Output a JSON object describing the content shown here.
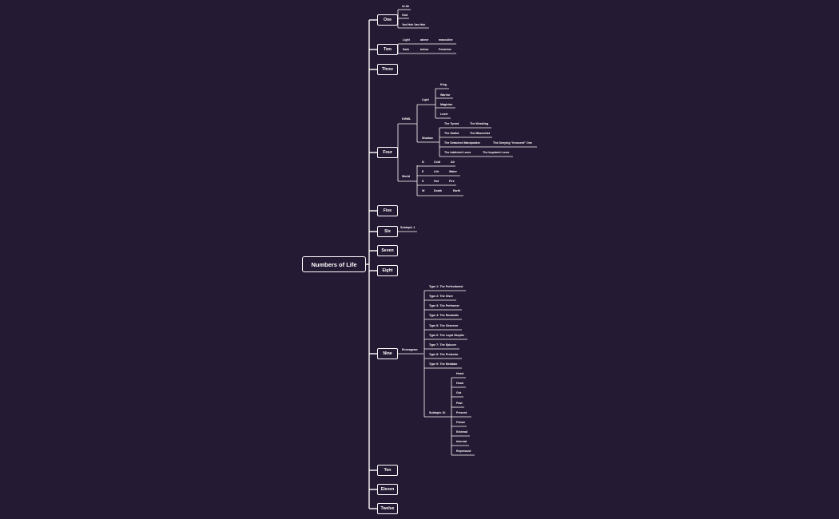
{
  "root": "Numbers of Life",
  "numbers": [
    {
      "label": "One"
    },
    {
      "label": "Two"
    },
    {
      "label": "Three"
    },
    {
      "label": "Four"
    },
    {
      "label": "Five"
    },
    {
      "label": "Six"
    },
    {
      "label": "Seven"
    },
    {
      "label": "Eight"
    },
    {
      "label": "Nine"
    },
    {
      "label": "Ten"
    },
    {
      "label": "Eleven"
    },
    {
      "label": "Twelve"
    }
  ],
  "one": {
    "items": [
      "Al Ah",
      "God",
      "Yod Heh Vav Heh"
    ]
  },
  "two": {
    "rows": [
      [
        "Light",
        "above",
        "masculine"
      ],
      [
        "Dark",
        "below",
        "Feminine"
      ]
    ]
  },
  "four": {
    "kwml": "KWML",
    "light": "Light",
    "light_items": [
      "King",
      "Warrior",
      "Magician",
      "Lover"
    ],
    "shadow": "Shadow",
    "shadow_rows": [
      [
        "The Tyrant",
        "The Weakling"
      ],
      [
        "The Sadist",
        "The Masochist"
      ],
      [
        "The Detached Manipulator",
        "The Denying \"Innocent\" One"
      ],
      [
        "The Addicted Lover",
        "The Impotent Lover"
      ]
    ],
    "world": "World",
    "world_rows": [
      [
        "N",
        "Cold",
        "Air"
      ],
      [
        "E",
        "Life",
        "Water"
      ],
      [
        "S",
        "Hot",
        "Fire"
      ],
      [
        "W",
        "Death",
        "Earth"
      ]
    ]
  },
  "six": {
    "subtopic": "Subtopic 1"
  },
  "nine": {
    "enneagram": "Enneagram",
    "types": [
      "Type 1: The Perfectionist",
      "Type 2: The Giver",
      "Type 3: The Performer",
      "Type 4: The Romantic",
      "Type 5: The Observer",
      "Type 6: The Loyal Skeptic",
      "Type 7: The Epicure",
      "Type 8: The Protector",
      "Type 9: The Mediator"
    ],
    "subtopic": "Subtopic 10",
    "subtopic_items": [
      "Heart",
      "Head",
      "Gut",
      "Past",
      "Present",
      "Future",
      "External",
      "Internal",
      "Repressed"
    ]
  },
  "colors": {
    "background": "#251a33",
    "line": "#ffffff"
  }
}
